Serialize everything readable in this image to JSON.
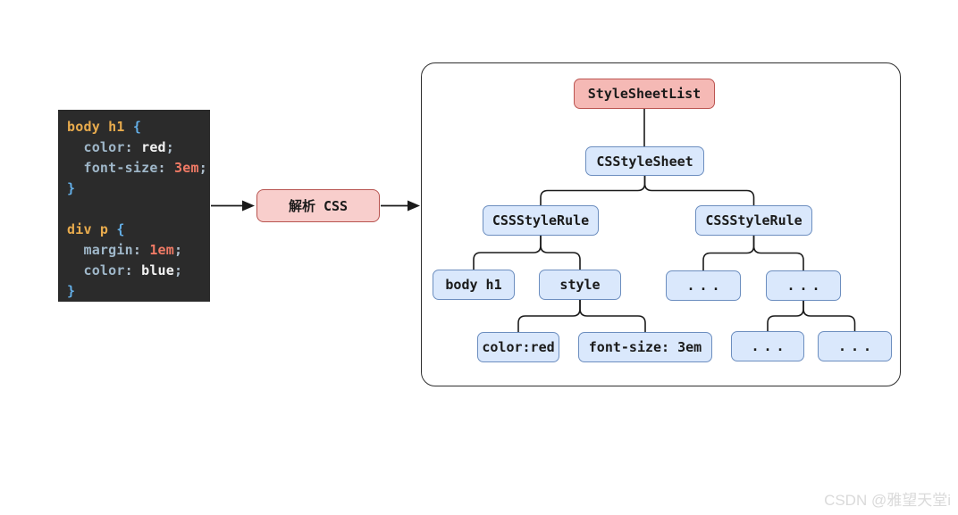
{
  "code_block": {
    "language": "css",
    "lines": [
      {
        "tokens": [
          {
            "text": "body h1",
            "type": "selector"
          },
          {
            "text": " ",
            "type": "plain"
          },
          {
            "text": "{",
            "type": "brace"
          }
        ]
      },
      {
        "tokens": [
          {
            "text": "  ",
            "type": "plain"
          },
          {
            "text": "color",
            "type": "property"
          },
          {
            "text": ": ",
            "type": "punct"
          },
          {
            "text": "red",
            "type": "value"
          },
          {
            "text": ";",
            "type": "punct"
          }
        ]
      },
      {
        "tokens": [
          {
            "text": "  ",
            "type": "plain"
          },
          {
            "text": "font-size",
            "type": "property"
          },
          {
            "text": ": ",
            "type": "punct"
          },
          {
            "text": "3em",
            "type": "number"
          },
          {
            "text": ";",
            "type": "punct"
          }
        ]
      },
      {
        "tokens": [
          {
            "text": "}",
            "type": "brace"
          }
        ]
      },
      {
        "tokens": []
      },
      {
        "tokens": [
          {
            "text": "div p",
            "type": "selector"
          },
          {
            "text": " ",
            "type": "plain"
          },
          {
            "text": "{",
            "type": "brace"
          }
        ]
      },
      {
        "tokens": [
          {
            "text": "  ",
            "type": "plain"
          },
          {
            "text": "margin",
            "type": "property"
          },
          {
            "text": ": ",
            "type": "punct"
          },
          {
            "text": "1em",
            "type": "number"
          },
          {
            "text": ";",
            "type": "punct"
          }
        ]
      },
      {
        "tokens": [
          {
            "text": "  ",
            "type": "plain"
          },
          {
            "text": "color",
            "type": "property"
          },
          {
            "text": ": ",
            "type": "punct"
          },
          {
            "text": "blue",
            "type": "value"
          },
          {
            "text": ";",
            "type": "punct"
          }
        ]
      },
      {
        "tokens": [
          {
            "text": "}",
            "type": "brace"
          }
        ]
      }
    ]
  },
  "flow": {
    "parse_label": "解析 CSS"
  },
  "tree": {
    "nodes": [
      {
        "id": "stylesheetlist",
        "label": "StyleSheetList",
        "variant": "pink"
      },
      {
        "id": "stylesheet",
        "label": "CSStyleSheet",
        "variant": "blue"
      },
      {
        "id": "rule1",
        "label": "CSSStyleRule",
        "variant": "blue"
      },
      {
        "id": "rule2",
        "label": "CSSStyleRule",
        "variant": "blue"
      },
      {
        "id": "selector1",
        "label": "body h1",
        "variant": "blue"
      },
      {
        "id": "style1",
        "label": "style",
        "variant": "blue"
      },
      {
        "id": "dots1",
        "label": "...",
        "variant": "blue"
      },
      {
        "id": "dots2",
        "label": "...",
        "variant": "blue"
      },
      {
        "id": "decl1",
        "label": "color:red",
        "variant": "blue"
      },
      {
        "id": "decl2",
        "label": "font-size: 3em",
        "variant": "blue"
      },
      {
        "id": "dots3",
        "label": "...",
        "variant": "blue"
      },
      {
        "id": "dots4",
        "label": "...",
        "variant": "blue"
      }
    ],
    "edges": [
      [
        "stylesheetlist",
        "stylesheet"
      ],
      [
        "stylesheet",
        "rule1"
      ],
      [
        "stylesheet",
        "rule2"
      ],
      [
        "rule1",
        "selector1"
      ],
      [
        "rule1",
        "style1"
      ],
      [
        "rule2",
        "dots1"
      ],
      [
        "rule2",
        "dots2"
      ],
      [
        "style1",
        "decl1"
      ],
      [
        "style1",
        "decl2"
      ],
      [
        "dots2",
        "dots3"
      ],
      [
        "dots2",
        "dots4"
      ]
    ]
  },
  "watermark": {
    "text": "CSDN @雅望天堂i"
  },
  "colors": {
    "canvas_bg": "#ffffff",
    "code_bg": "#2b2b2b",
    "syntax": {
      "selector": "#e8ab4d",
      "brace": "#63aee6",
      "property": "#9fb7c9",
      "punct": "#aebfcd",
      "value": "#f3f3f3",
      "number": "#f07a65"
    },
    "node_blue_fill": "#dae8fc",
    "node_blue_border": "#6c8ebf",
    "node_pink_fill": "#f5b9b5",
    "node_pink_border": "#bb5450",
    "parse_fill": "#f8cecc",
    "parse_border": "#b85450",
    "edge": "#1a1a1a",
    "watermark": "#dadada"
  }
}
